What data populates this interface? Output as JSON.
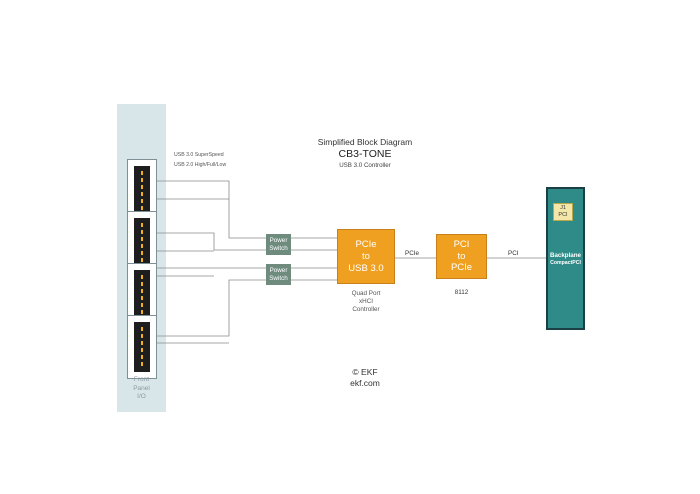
{
  "title": {
    "line1": "Simplified Block Diagram",
    "line2": "CB3-TONE",
    "line3": "USB 3.0 Controller"
  },
  "usb_legend": {
    "line1": "USB 3.0 SuperSpeed",
    "line2": "USB 2.0 High/Full/Low"
  },
  "front_panel": {
    "line1": "Front",
    "line2": "Panel",
    "line3": "I/O"
  },
  "power_switch": {
    "line1": "Power",
    "line2": "Switch"
  },
  "xhci_block": {
    "line1": "PCIe",
    "line2": "to",
    "line3": "USB 3.0"
  },
  "xhci_caption": {
    "line1": "Quad Port",
    "line2": "xHCI",
    "line3": "Controller"
  },
  "bridge_block": {
    "line1": "PCI",
    "line2": "to",
    "line3": "PCIe"
  },
  "bridge_caption": "8112",
  "link_pcie": "PCIe",
  "link_pci": "PCI",
  "backplane": {
    "line1": "Backplane",
    "line2": "CompactPCI"
  },
  "connector": {
    "line1": "J1",
    "line2": "PCI"
  },
  "copyright": {
    "line1": "© EKF",
    "line2": "ekf.com"
  },
  "colors": {
    "panel": "#d8e6ea",
    "power_switch": "#6e8b7e",
    "orange_block": "#f0a020",
    "backplane": "#2e8b87",
    "connector": "#f3e6a8"
  }
}
